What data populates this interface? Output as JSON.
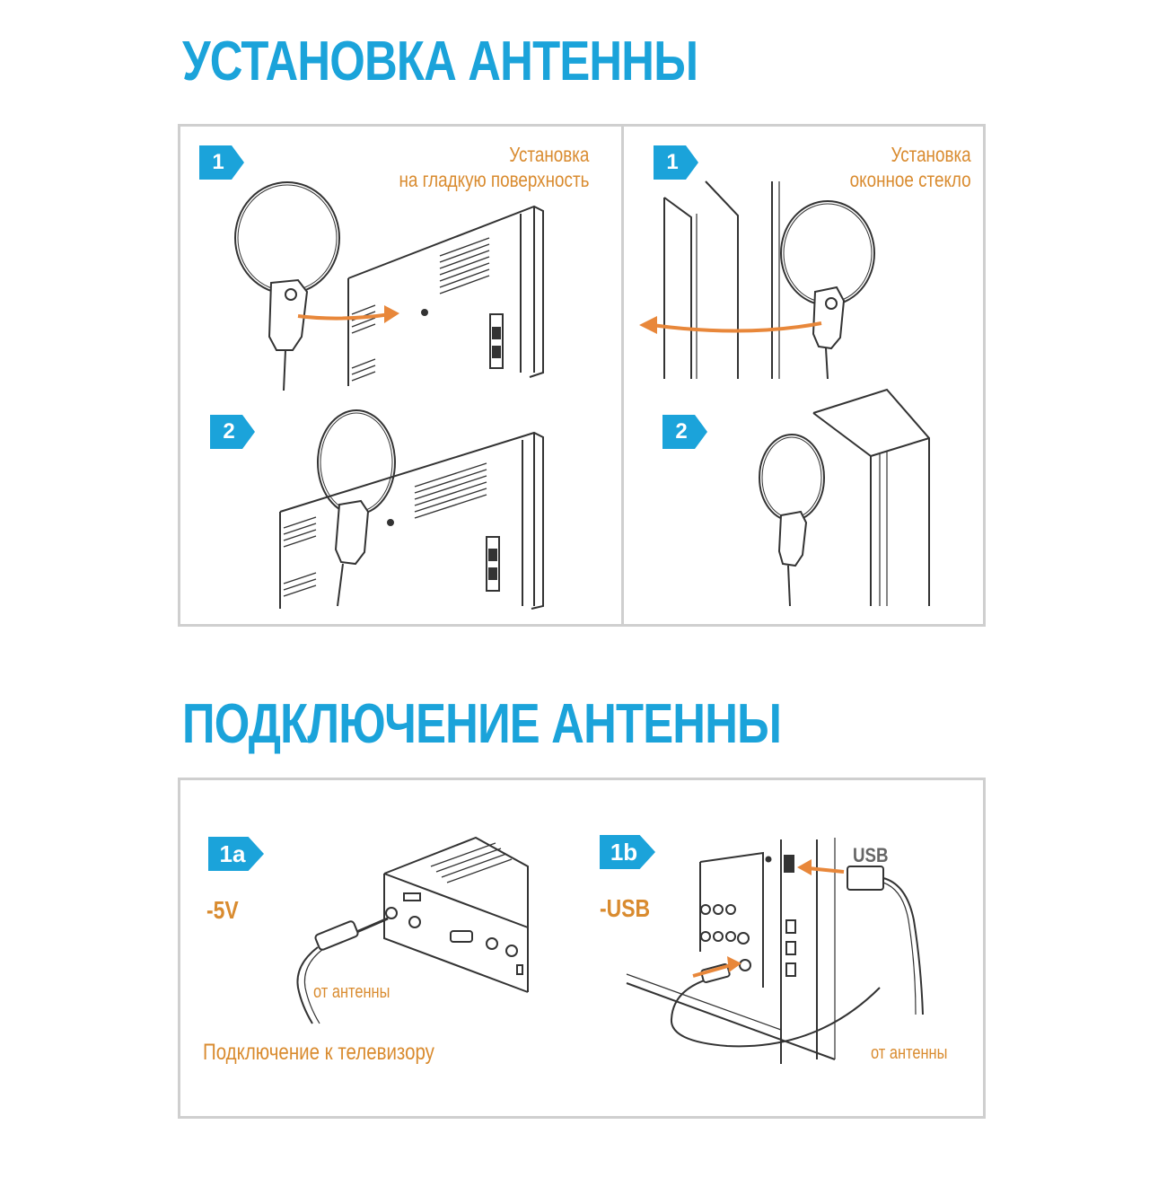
{
  "titles": {
    "install": "УСТАНОВКА АНТЕННЫ",
    "connect": "ПОДКЛЮЧЕНИЕ АНТЕННЫ"
  },
  "install": {
    "left": {
      "caption_line1": "Установка",
      "caption_line2": "на гладкую поверхность",
      "step1": "1",
      "step2": "2"
    },
    "right": {
      "caption_line1": "Установка",
      "caption_line2": "оконное стекло",
      "step1": "1",
      "step2": "2"
    }
  },
  "connect": {
    "a": {
      "badge": "1a",
      "voltage": "-5V",
      "from_antenna": "от антенны",
      "caption": "Подключение к телевизору"
    },
    "b": {
      "badge": "1b",
      "voltage": "-USB",
      "usb_tag": "USB",
      "from_antenna": "от антенны"
    }
  },
  "colors": {
    "accent_blue": "#1ba3da",
    "accent_orange": "#d98b2f",
    "arrow_orange": "#e8873a",
    "line": "#333333",
    "panel_border": "#cfcfcf"
  }
}
